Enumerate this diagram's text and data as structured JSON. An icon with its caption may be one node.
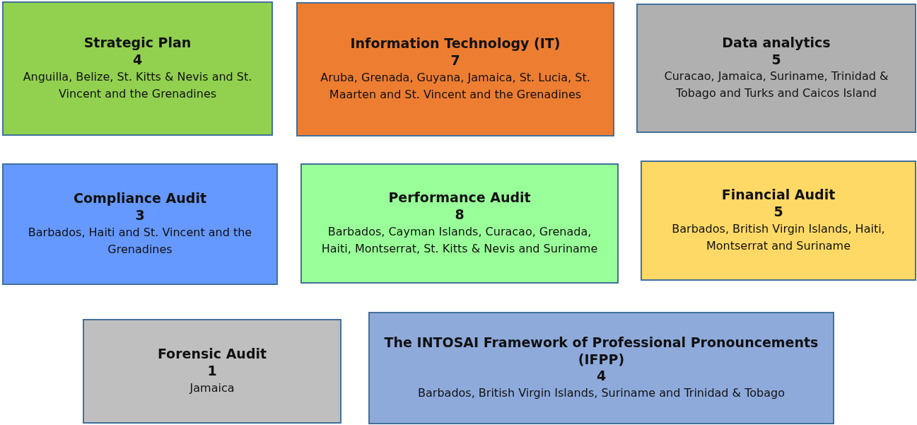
{
  "diagram": {
    "nodes": [
      {
        "text": [
          "Strategic Plan",
          "4",
          "Anguilla, Belize, St. Kitts & Nevis and St. Vincent and the Grenadines"
        ]
      },
      {
        "text": [
          "Information Technology (IT)",
          "7",
          "Aruba, Grenada, Guyana, Jamaica, St. Lucia, St. Maarten and St. Vincent and the Grenadines"
        ]
      },
      {
        "text": [
          "Data analytics",
          "5",
          "Curacao, Jamaica, Suriname, Trinidad & Tobago and Turks and Caicos Island"
        ]
      },
      {
        "text": [
          "Compliance Audit",
          "3",
          "Barbados, Haiti and  St. Vincent and the Grenadines"
        ]
      },
      {
        "text": [
          "Performance Audit",
          "8",
          "Barbados, Cayman Islands, Curacao, Grenada, Haiti, Montserrat, St. Kitts & Nevis and Suriname"
        ]
      },
      {
        "text": [
          "Financial Audit",
          "5",
          "Barbados, British Virgin Islands, Haiti, Montserrat and Suriname"
        ]
      },
      {
        "text": [
          "Forensic Audit",
          "1",
          "Jamaica"
        ]
      },
      {
        "text": [
          "The INTOSAI Framework of Professional Pronouncements (IFPP)",
          "4",
          "Barbados, British Virgin Islands, Suriname and Trinidad & Tobago"
        ]
      }
    ]
  }
}
